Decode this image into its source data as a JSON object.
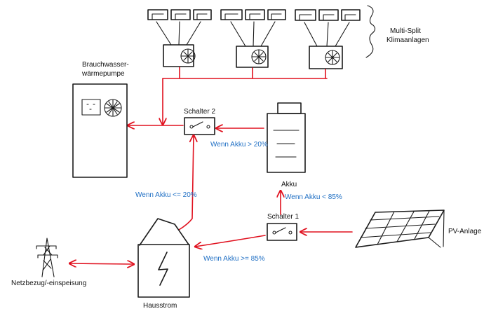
{
  "colors": {
    "ink": "#1a1a1a",
    "flow": "#e0101e",
    "condition": "#1f6fc4"
  },
  "labels": {
    "multisplit": [
      "Multi-Split",
      "Klimaanlagen"
    ],
    "brauchwasser": [
      "Brauchwasser-",
      "wärmepumpe"
    ],
    "schalter2": "Schalter 2",
    "schalter1": "Schalter 1",
    "akku": "Akku",
    "pv": "PV-Anlage",
    "netz": "Netzbezug/-einspeisung",
    "hausstrom": "Hausstrom"
  },
  "conditions": {
    "akku_gt_20": "Wenn Akku > 20%",
    "akku_le_20": "Wenn Akku <= 20%",
    "akku_lt_85": "Wenn Akku < 85%",
    "akku_ge_85": "Wenn Akku >= 85%"
  },
  "icons": {
    "indoor_unit": "split-indoor-unit-icon",
    "outdoor_unit": "ac-outdoor-unit-icon",
    "switch": "switch-icon",
    "battery": "battery-icon",
    "solar": "solar-panel-icon",
    "pylon": "power-pylon-icon",
    "lightning": "lightning-icon",
    "brace": "curly-brace-icon"
  }
}
